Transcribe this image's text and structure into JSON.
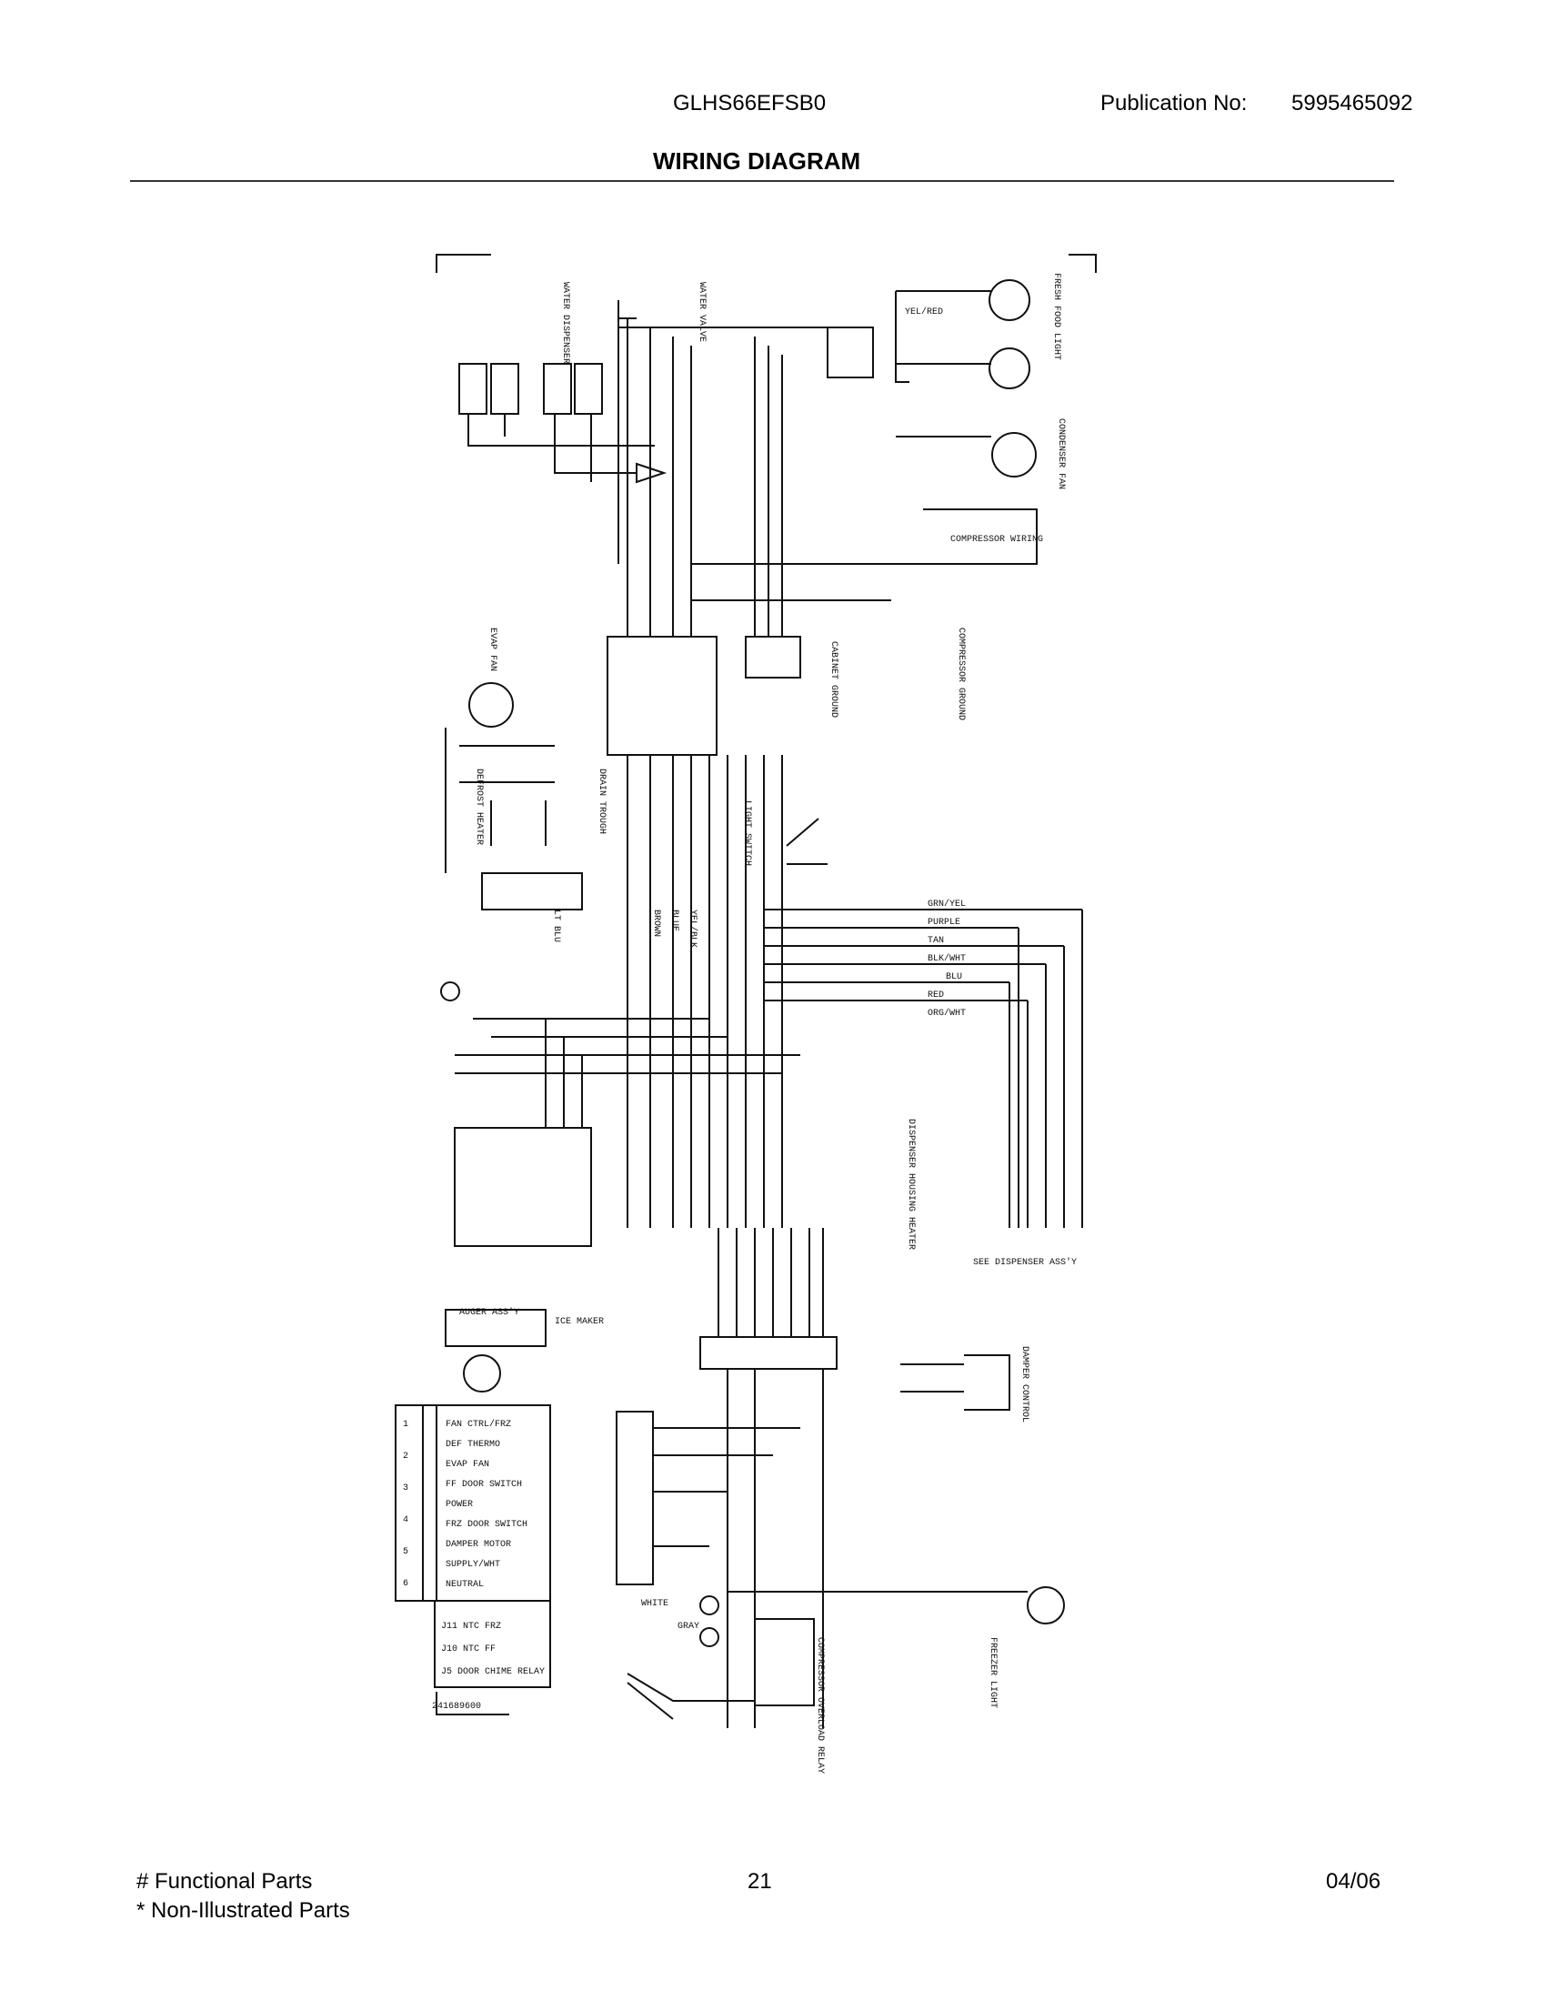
{
  "header": {
    "model": "GLHS66EFSB0",
    "publication_label": "Publication No:",
    "publication_number": "5995465092",
    "title": "WIRING DIAGRAM"
  },
  "diagram": {
    "labels": {
      "compressor_wiring": "COMPRESSOR WIRING",
      "compressor_ground": "COMPRESSOR GROUND",
      "cabinet_ground": "CABINET GROUND",
      "defrost_heater": "DEFROST HEATER",
      "drain_trough": "DRAIN TROUGH",
      "light_switch": "LIGHT SWITCH",
      "dispenser_housing_heater": "DISPENSER HOUSING HEATER",
      "see_dispenser_assy": "SEE DISPENSER ASS'Y",
      "auger_assy": "AUGER ASS'Y",
      "ice_maker": "ICE MAKER",
      "damper_control": "DAMPER CONTROL",
      "water_valve": "WATER VALVE",
      "water_dispenser": "WATER DISPENSER",
      "freezer_light": "FREEZER LIGHT",
      "fresh_food_light": "FRESH FOOD LIGHT",
      "condenser_fan": "CONDENSER FAN",
      "evap_fan": "EVAP FAN",
      "compressor_overload_relay": "COMPRESSOR OVERLOAD RELAY"
    },
    "wire_colors": [
      "GRN/YEL",
      "PURPLE",
      "TAN",
      "BLK/WHT",
      "BLU",
      "RED",
      "ORG/WHT",
      "YEL/RED",
      "WHITE",
      "GRAY",
      "BROWN",
      "BLUE",
      "YEL/BLK",
      "LT BLU"
    ],
    "connector_table": {
      "rows": [
        {
          "pins": [
            "1",
            "2",
            "3",
            "4",
            "5",
            "6"
          ],
          "label": "FAN CTRL/FRZ"
        },
        {
          "pins": [],
          "label": "DEF THERMO"
        },
        {
          "pins": [],
          "label": "EVAP FAN"
        },
        {
          "pins": [],
          "label": "FF DOOR SWITCH"
        },
        {
          "pins": [],
          "label": "POWER"
        },
        {
          "pins": [],
          "label": "FRZ DOOR SWITCH"
        },
        {
          "pins": [],
          "label": "DAMPER MOTOR"
        },
        {
          "pins": [],
          "label": "SUPPLY/WHT"
        },
        {
          "pins": [],
          "label": "NEUTRAL"
        }
      ],
      "footer": [
        "J11 NTC FRZ",
        "J10 NTC FF",
        "J5 DOOR CHIME RELAY"
      ],
      "part_ref": "241689600"
    }
  },
  "footer": {
    "functional_parts": "# Functional Parts",
    "non_illustrated": "* Non-Illustrated Parts",
    "page": "21",
    "date": "04/06"
  }
}
